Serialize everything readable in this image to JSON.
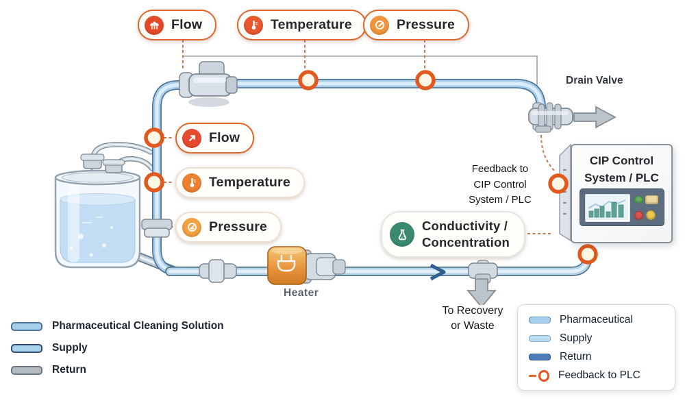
{
  "title": "CIP pharmaceutical cleaning loop diagram",
  "colors": {
    "accent_orange": "#e2662a",
    "pipe_supply_blue": "#a5cfeb",
    "pipe_return_blue": "#4f7db8",
    "conductivity_green": "#3a8a72",
    "arrow_gray": "#bcc4cb"
  },
  "top_sensors": [
    {
      "label": "Flow",
      "icon": "flow-meter-icon"
    },
    {
      "label": "Temperature",
      "icon": "thermometer-icon"
    },
    {
      "label": "Pressure",
      "icon": "gauge-icon"
    }
  ],
  "left_sensors": [
    {
      "label": "Flow",
      "icon": "flow-arrow-icon"
    },
    {
      "label": "Temperature",
      "icon": "thermometer-icon"
    },
    {
      "label": "Pressure",
      "icon": "gauge-icon"
    }
  ],
  "conductivity": {
    "line1": "Conductivity /",
    "line2": "Concentration",
    "icon": "flask-icon"
  },
  "cip": {
    "line1": "CIP Control",
    "line2": "System / PLC"
  },
  "notes": {
    "drain_valve": "Drain Valve",
    "heater": "Heater",
    "recovery1": "To Recovery",
    "recovery2": "or Waste",
    "fb1": "Feedback to",
    "fb2": "CIP Control",
    "fb3": "System / PLC"
  },
  "legend_left": [
    {
      "label": "Pharmaceutical Cleaning Solution",
      "swatch": "light-blue"
    },
    {
      "label": "Supply",
      "swatch": "light-blue"
    },
    {
      "label": "Return",
      "swatch": "gray"
    }
  ],
  "legend_right": [
    {
      "label": "Pharmaceutical",
      "swatch": "light-blue"
    },
    {
      "label": "Supply",
      "swatch": "light-blue"
    },
    {
      "label": "Return",
      "swatch": "dark-blue"
    },
    {
      "label": "Feedback  to PLC",
      "swatch": "orange-feedback"
    }
  ]
}
